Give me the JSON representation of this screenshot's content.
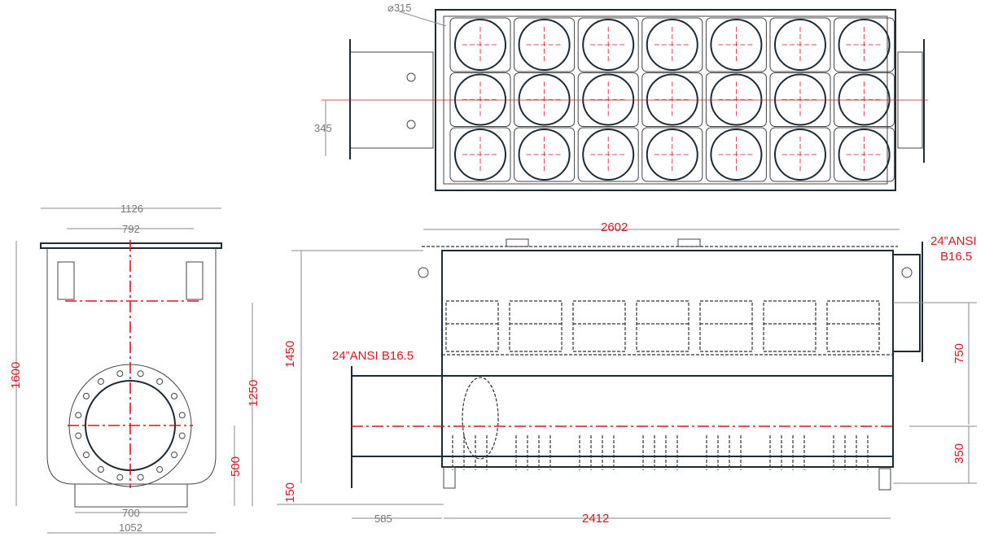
{
  "top_view": {
    "diameter_label": "⌀315",
    "inlet_height_label": "345",
    "grid_rows": 3,
    "grid_cols": 7
  },
  "front_view": {
    "overall_width": "1126",
    "lid_width": "792",
    "height": "1600",
    "outlet_height": "1250",
    "inlet_height": "500",
    "base_width": "700",
    "body_width": "1052"
  },
  "side_view": {
    "overall_length": "2602",
    "height": "1450",
    "leg_height": "150",
    "inlet_offset": "585",
    "body_length": "2412",
    "outlet_drop": "750",
    "inlet_center": "350",
    "outlet_label_line1": "24”ANSI",
    "outlet_label_line2": "B16.5",
    "inlet_label": "24”ANSI B16.5"
  },
  "colors": {
    "line": "#1d2b36",
    "dimension_red": "#e0141e",
    "dimension_gray": "#777777"
  }
}
